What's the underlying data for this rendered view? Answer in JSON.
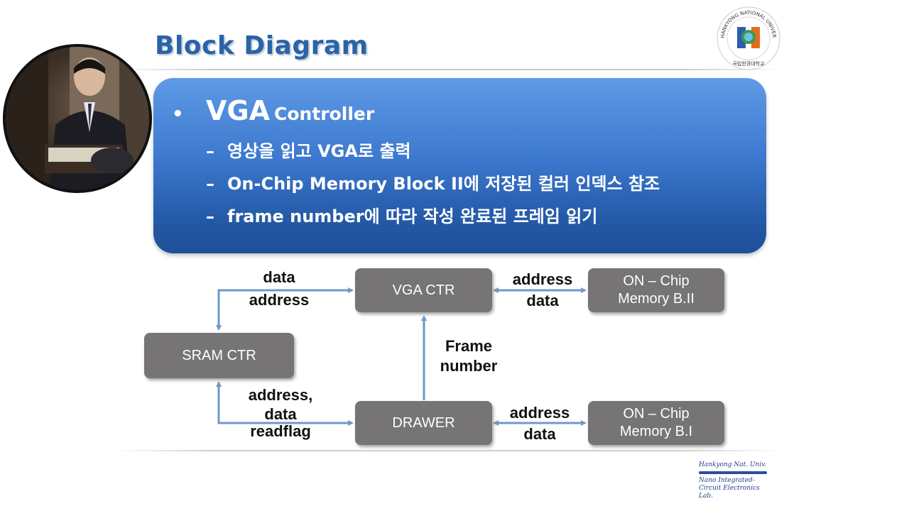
{
  "slide": {
    "title": "Block Diagram",
    "logo_text": "HANKYONG NATIONAL UNIVERSITY 국립한경대학교",
    "panel": {
      "bullet": "•",
      "heading_main": "VGA",
      "heading_sub": "Controller",
      "dash": "–",
      "items": [
        "영상을 읽고 VGA로 출력",
        "On-Chip Memory Block II에 저장된 컬러 인덱스 참조",
        "frame number에 따라 작성 완료된 프레임 읽기"
      ]
    },
    "diagram": {
      "blocks": {
        "vga_ctr": "VGA CTR",
        "sram_ctr": "SRAM CTR",
        "drawer": "DRAWER",
        "mem2_line1": "ON – Chip",
        "mem2_line2": "Memory B.II",
        "mem1_line1": "ON – Chip",
        "mem1_line2": "Memory B.I"
      },
      "labels": {
        "top_left_1": "data",
        "top_left_2": "address",
        "top_right_1": "address",
        "top_right_2": "data",
        "mid_1": "Frame",
        "mid_2": "number",
        "bottom_left_1": "address,",
        "bottom_left_2": "data",
        "bottom_left_3": "readflag",
        "bottom_right_1": "address",
        "bottom_right_2": "data"
      }
    },
    "footer": {
      "university": "Hankyong Nat. Univ.",
      "lab_line1": "Nano Integrated-",
      "lab_line2": "Circuit Electronics",
      "lab_line3": "Lab."
    },
    "colors": {
      "title": "#2a63a8",
      "panel_top": "#5f9ae6",
      "panel_bottom": "#1f4f98",
      "block": "#767474",
      "arrow": "#6f98c8"
    }
  }
}
